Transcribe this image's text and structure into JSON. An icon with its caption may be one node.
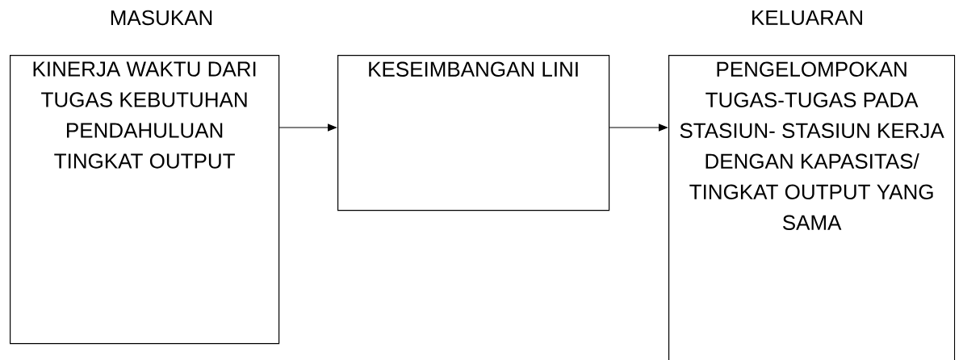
{
  "diagram": {
    "nodes": [
      {
        "text": [
          "KINERJA WAKTU DARI TUGAS KEBUTUHAN PENDAHULUAN TINGKAT OUTPUT"
        ]
      },
      {
        "text": [
          "KESEIMBANGAN LINI"
        ]
      },
      {
        "text": [
          "PENGELOMPOKAN TUGAS-TUGAS PADA STASIUN- STASIUN KERJA DENGAN KAPASITAS/ TINGKAT OUTPUT YANG SAMA"
        ]
      }
    ],
    "edges": [
      {
        "from": 0,
        "to": 1,
        "arrow": "to"
      },
      {
        "from": 1,
        "to": 2,
        "arrow": "to"
      }
    ],
    "labels": [
      "MASUKAN",
      "KELUARAN"
    ]
  }
}
